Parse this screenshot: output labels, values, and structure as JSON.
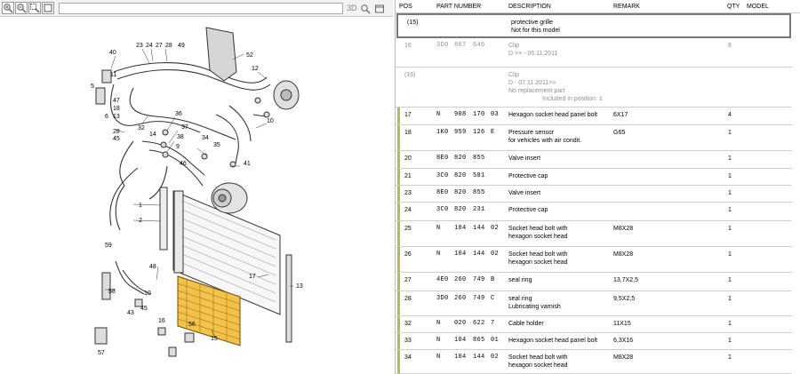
{
  "toolbar": {
    "search_value": "",
    "mode_label": "3D",
    "icons": [
      "zoom-in-icon",
      "zoom-out-icon",
      "zoom-area-icon",
      "fit-icon",
      "search-icon"
    ]
  },
  "diagram": {
    "callouts": [
      "40",
      "23",
      "24",
      "27",
      "28",
      "49",
      "52",
      "12",
      "11",
      "5",
      "47",
      "18",
      "6",
      "13",
      "10",
      "28",
      "45",
      "32",
      "36",
      "37",
      "38",
      "34",
      "35",
      "14",
      "9",
      "46",
      "1",
      "2",
      "41",
      "59",
      "58",
      "17",
      "48",
      "13",
      "43",
      "16",
      "56",
      "57",
      "15",
      "10",
      "45"
    ]
  },
  "table": {
    "columns": [
      "POS",
      "PART NUMBER",
      "DESCRIPTION",
      "REMARK",
      "QTY",
      "MODEL"
    ],
    "rows": [
      {
        "pos": "(15)",
        "pn1": "",
        "pn2": "",
        "pn3": "",
        "pn4": "",
        "desc": "protective grille",
        "desc2": "Not for this model",
        "desc3": "",
        "remark": "",
        "qty": "",
        "style": "sel"
      },
      {
        "pos": "16",
        "pn1": "3D0",
        "pn2": "867",
        "pn3": "646",
        "pn4": "",
        "desc": "Clip",
        "desc2": "D          >> - 06.11.2011",
        "desc3": "",
        "remark": "",
        "qty": "8",
        "style": "grey"
      },
      {
        "pos": "(16)",
        "pn1": "",
        "pn2": "",
        "pn3": "",
        "pn4": "",
        "desc": "Clip",
        "desc2": "D - 07.11.2011>>",
        "desc3": "No replacement part",
        "desc4": "Included in position:  1",
        "remark": "",
        "qty": "",
        "style": "grey"
      },
      {
        "pos": "17",
        "pn1": "N",
        "pn2": "908",
        "pn3": "170",
        "pn4": "03",
        "desc": "Hexagon socket head panel bolt",
        "desc2": "",
        "desc3": "",
        "remark": "6X17",
        "qty": "4",
        "style": "bar"
      },
      {
        "pos": "18",
        "pn1": "1K0",
        "pn2": "959",
        "pn3": "126",
        "pn4": "E",
        "desc": "Pressure sensor",
        "desc2": "for vehicles with air condit.",
        "desc3": "",
        "remark": "G65",
        "qty": "1",
        "style": "bar"
      },
      {
        "pos": "20",
        "pn1": "8E0",
        "pn2": "820",
        "pn3": "855",
        "pn4": "",
        "desc": "Valve insert",
        "desc2": "",
        "desc3": "",
        "remark": "",
        "qty": "1",
        "style": "bar"
      },
      {
        "pos": "21",
        "pn1": "3C0",
        "pn2": "820",
        "pn3": "581",
        "pn4": "",
        "desc": "Protective cap",
        "desc2": "",
        "desc3": "",
        "remark": "",
        "qty": "1",
        "style": "bar"
      },
      {
        "pos": "23",
        "pn1": "8E0",
        "pn2": "820",
        "pn3": "855",
        "pn4": "",
        "desc": "Valve insert",
        "desc2": "",
        "desc3": "",
        "remark": "",
        "qty": "1",
        "style": "bar"
      },
      {
        "pos": "24",
        "pn1": "3C0",
        "pn2": "820",
        "pn3": "231",
        "pn4": "",
        "desc": "Protective cap",
        "desc2": "",
        "desc3": "",
        "remark": "",
        "qty": "1",
        "style": "bar"
      },
      {
        "pos": "25",
        "pn1": "N",
        "pn2": "104",
        "pn3": "144",
        "pn4": "02",
        "desc": "Socket head bolt with",
        "desc2": "hexagon socket head",
        "desc3": "",
        "remark": "M8X28",
        "qty": "1",
        "style": "bar"
      },
      {
        "pos": "26",
        "pn1": "N",
        "pn2": "104",
        "pn3": "144",
        "pn4": "02",
        "desc": "Socket head bolt with",
        "desc2": "hexagon socket head",
        "desc3": "",
        "remark": "M8X28",
        "qty": "1",
        "style": "bar"
      },
      {
        "pos": "27",
        "pn1": "4E0",
        "pn2": "260",
        "pn3": "749",
        "pn4": "B",
        "desc": "seal ring",
        "desc2": "",
        "desc3": "",
        "remark": "13,7X2,5",
        "qty": "1",
        "style": "bar"
      },
      {
        "pos": "28",
        "pn1": "3D0",
        "pn2": "260",
        "pn3": "749",
        "pn4": "C",
        "desc": "seal ring",
        "desc2": "Lubricating varnish",
        "desc3": "",
        "remark": "9,5X2,5",
        "qty": "1",
        "style": "bar"
      },
      {
        "pos": "32",
        "pn1": "N",
        "pn2": "020",
        "pn3": "622",
        "pn4": "7",
        "desc": "Cable holder",
        "desc2": "",
        "desc3": "",
        "remark": "11X15",
        "qty": "1",
        "style": "bar"
      },
      {
        "pos": "33",
        "pn1": "N",
        "pn2": "104",
        "pn3": "865",
        "pn4": "01",
        "desc": "Hexagon socket head panel bolt",
        "desc2": "",
        "desc3": "",
        "remark": "6,3X16",
        "qty": "1",
        "style": "bar"
      },
      {
        "pos": "34",
        "pn1": "N",
        "pn2": "104",
        "pn3": "144",
        "pn4": "02",
        "desc": "Socket head bolt with",
        "desc2": "hexagon socket head",
        "desc3": "",
        "remark": "M8X28",
        "qty": "1",
        "style": "bar"
      }
    ]
  },
  "colors": {
    "accent_bar": "#b6b85f",
    "grey_text": "#8f8f8f",
    "highlight_part": "#f2c24a"
  }
}
